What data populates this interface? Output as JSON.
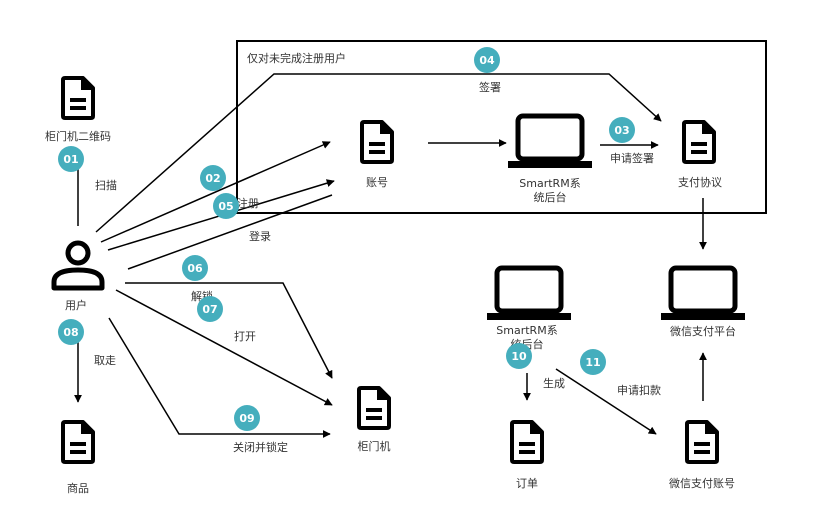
{
  "colors": {
    "badge": "#45aebd",
    "stroke": "#000000",
    "text": "#333333"
  },
  "group": {
    "title": "仅对未完成注册用户"
  },
  "nodes": {
    "qrcode": {
      "label": "柜门机二维码",
      "icon": "document-icon"
    },
    "user": {
      "label": "用户",
      "icon": "user-icon"
    },
    "goods": {
      "label": "商品",
      "icon": "document-icon"
    },
    "account": {
      "label": "账号",
      "icon": "document-icon"
    },
    "backend1": {
      "label_line1": "SmartRM系",
      "label_line2": "统后台",
      "icon": "laptop-icon"
    },
    "agreement": {
      "label": "支付协议",
      "icon": "document-icon"
    },
    "cabinet": {
      "label": "柜门机",
      "icon": "document-icon"
    },
    "backend2": {
      "label_line1": "SmartRM系",
      "label_line2": "统后台",
      "icon": "laptop-icon"
    },
    "wxpay": {
      "label": "微信支付平台",
      "icon": "laptop-icon"
    },
    "order": {
      "label": "订单",
      "icon": "document-icon"
    },
    "wxaccount": {
      "label": "微信支付账号",
      "icon": "document-icon"
    }
  },
  "steps": [
    {
      "num": "01",
      "label": "扫描"
    },
    {
      "num": "02",
      "label": "注册"
    },
    {
      "num": "03",
      "label": "申请签署"
    },
    {
      "num": "04",
      "label": "签署"
    },
    {
      "num": "05",
      "label": "注册"
    },
    {
      "num": "06",
      "label": "解锁"
    },
    {
      "num": "07",
      "label": "打开"
    },
    {
      "num": "08",
      "label": "取走"
    },
    {
      "num": "09",
      "label": "关闭并锁定"
    },
    {
      "num": "10",
      "label": "生成"
    },
    {
      "num": "11",
      "label": "申请扣款"
    }
  ],
  "edge_labels": {
    "login": "登录"
  }
}
